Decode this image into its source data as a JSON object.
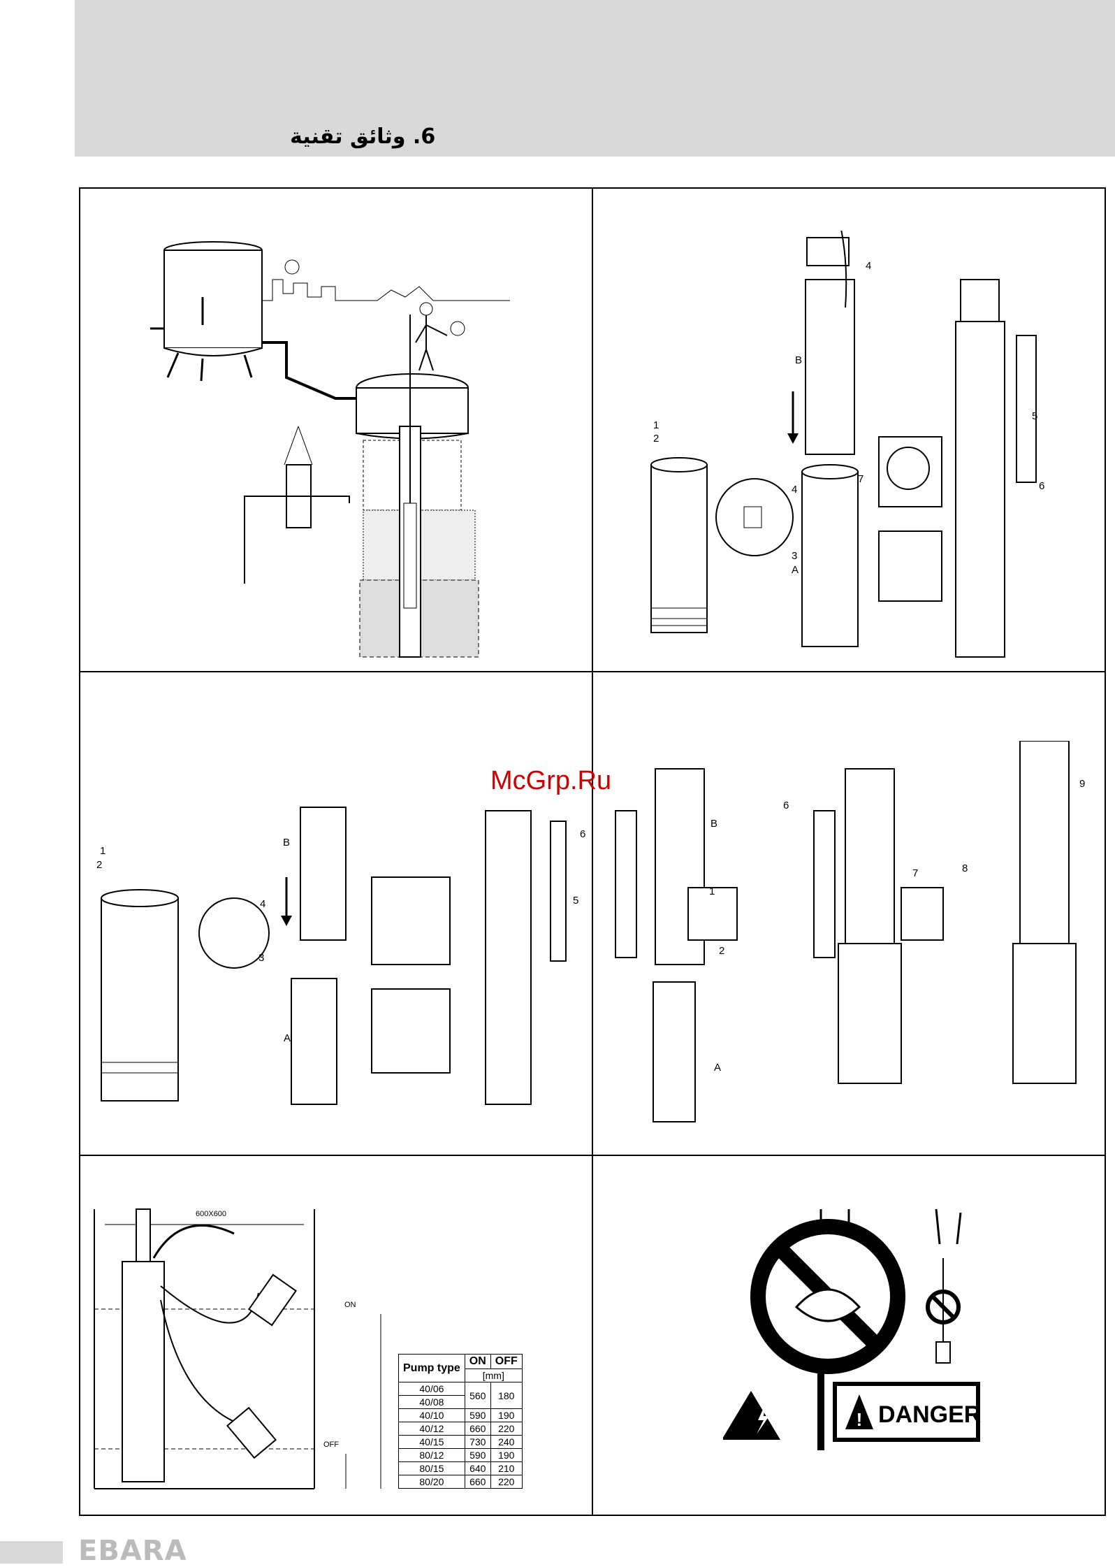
{
  "header": {
    "section_title": "6. وثائق تقنية"
  },
  "watermark": "McGrp.Ru",
  "footer": {
    "logo": "EBARA"
  },
  "panel1": {},
  "panel2": {
    "labels": [
      "4",
      "B",
      "1",
      "2",
      "4",
      "3",
      "A",
      "7",
      "5",
      "6"
    ]
  },
  "panel3": {
    "labels": [
      "1",
      "2",
      "4",
      "3",
      "B",
      "A",
      "6",
      "5"
    ]
  },
  "panel4": {
    "labels": [
      "B",
      "1",
      "2",
      "A",
      "6",
      "7",
      "8",
      "9"
    ]
  },
  "panel5": {
    "dimension": "600X600",
    "on_label": "ON",
    "off_label": "OFF",
    "table": {
      "headers": [
        "Pump type",
        "ON",
        "OFF"
      ],
      "unit": "[mm]",
      "rows": [
        {
          "type": "40/06",
          "on": "560",
          "off": "180"
        },
        {
          "type": "40/08",
          "on": "",
          "off": ""
        },
        {
          "type": "40/10",
          "on": "590",
          "off": "190"
        },
        {
          "type": "40/12",
          "on": "660",
          "off": "220"
        },
        {
          "type": "40/15",
          "on": "730",
          "off": "240"
        },
        {
          "type": "80/12",
          "on": "590",
          "off": "190"
        },
        {
          "type": "80/15",
          "on": "640",
          "off": "210"
        },
        {
          "type": "80/20",
          "on": "660",
          "off": "220"
        }
      ]
    }
  },
  "panel6": {
    "danger_label": "DANGER"
  }
}
